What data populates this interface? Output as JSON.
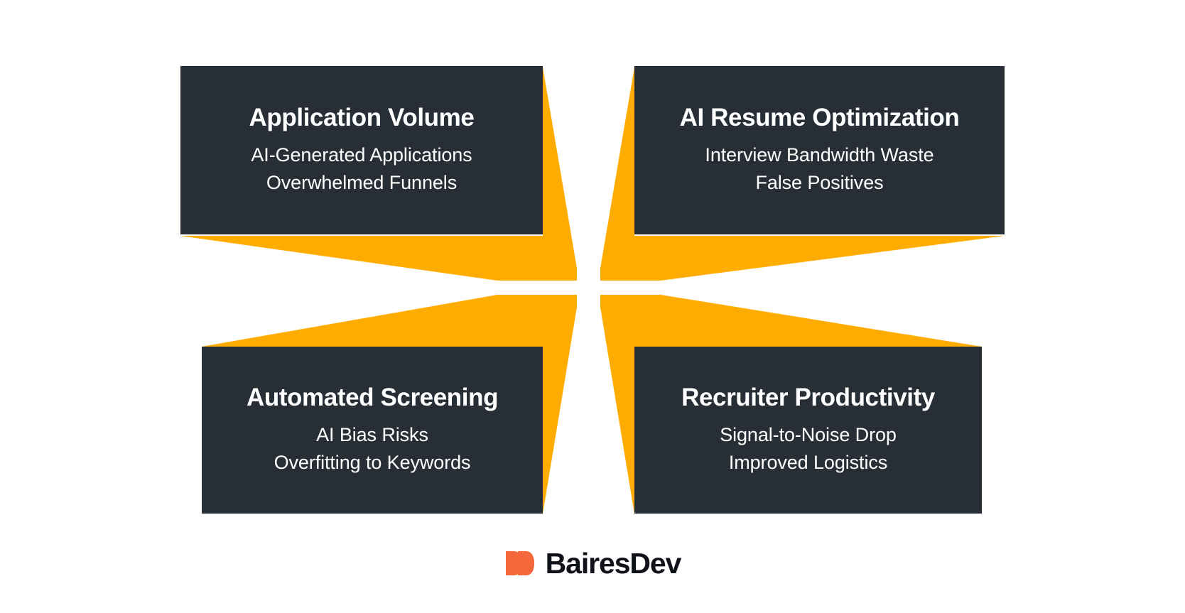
{
  "theme": {
    "background": "#FFFFFF",
    "card_background": "#282E36",
    "card_text": "#FFFFFF",
    "arrow_accent": "#FFAC00",
    "logo_mark": "#F4683C",
    "logo_text": "#11131A"
  },
  "diagram": {
    "type": "converging-quadrant",
    "arrow_count": 4,
    "quadrants": [
      {
        "position": "top-left",
        "title": "Application Volume",
        "lines": [
          "AI-Generated Applications",
          "Overwhelmed Funnels"
        ]
      },
      {
        "position": "top-right",
        "title": "AI Resume Optimization",
        "lines": [
          "Interview Bandwidth Waste",
          "False Positives"
        ]
      },
      {
        "position": "bottom-left",
        "title": "Automated Screening",
        "lines": [
          "AI Bias Risks",
          "Overfitting to Keywords"
        ]
      },
      {
        "position": "bottom-right",
        "title": "Recruiter Productivity",
        "lines": [
          "Signal-to-Noise Drop",
          "Improved Logistics"
        ]
      }
    ]
  },
  "logo": {
    "wordmark": "BairesDev",
    "mark_name": "bairesdev-mark-icon"
  }
}
